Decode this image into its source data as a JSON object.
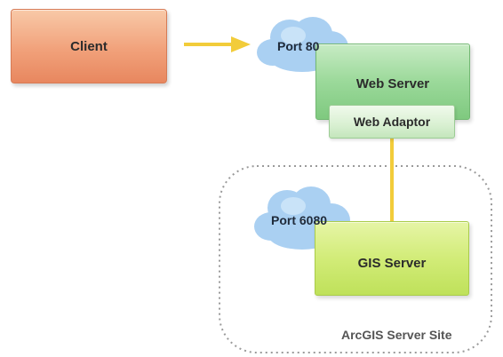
{
  "nodes": {
    "client": "Client",
    "web_server": "Web Server",
    "web_adaptor": "Web Adaptor",
    "gis_server": "GIS Server"
  },
  "ports": {
    "port_80": "Port 80",
    "port_6080": "Port 6080"
  },
  "site": {
    "label": "ArcGIS Server Site"
  },
  "colors": {
    "arrow": "#f2cc3a",
    "connector": "#f2cc3a",
    "site_border": "#9a9a9a",
    "cloud_fill": "#aad0f2"
  }
}
